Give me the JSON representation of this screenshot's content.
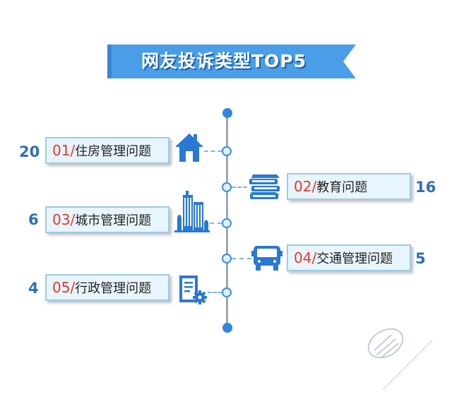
{
  "title": "网友投诉类型TOP5",
  "items": [
    {
      "num": "01/",
      "label": "住房管理问题",
      "count": "20",
      "icon": "house-icon"
    },
    {
      "num": "02/",
      "label": "教育问题",
      "count": "16",
      "icon": "books-icon"
    },
    {
      "num": "03/",
      "label": "城市管理问题",
      "count": "6",
      "icon": "city-buildings-icon"
    },
    {
      "num": "04/",
      "label": "交通管理问题",
      "count": "5",
      "icon": "bus-icon"
    },
    {
      "num": "05/",
      "label": "行政管理问题",
      "count": "4",
      "icon": "document-gear-icon"
    }
  ],
  "colors": {
    "banner": "#4a9ee8",
    "accent": "#2f86e0",
    "count": "#2f6fb8",
    "number": "#e23a2e",
    "box_fill": "#e8f5fd",
    "box_border": "#9ccbe9",
    "icon": "#2a78d2"
  }
}
